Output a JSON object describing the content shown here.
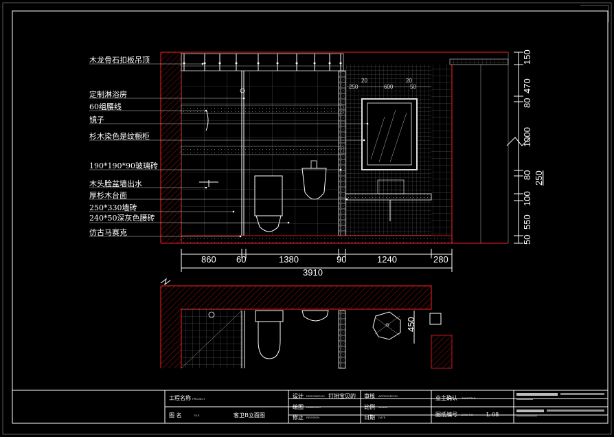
{
  "labels": [
    "木龙骨石扣板吊顶",
    "定制淋浴房",
    "60组腰线",
    "镜子",
    "杉木染色是纹橱柜",
    "190*190*90玻璃砖",
    "木头脸盆墙出水",
    "厚杉木台面",
    "250*330墙砖",
    "240*50深灰色腰砖",
    "仿古马赛克"
  ],
  "dims_bottom": [
    "860",
    "60",
    "1380",
    "90",
    "1240",
    "280"
  ],
  "dim_total": "3910",
  "dims_right": [
    "150",
    "470",
    "80",
    "1000",
    "80",
    "250",
    "100",
    "550",
    "50"
  ],
  "dims_mirror": [
    "250",
    "20",
    "600",
    "20",
    "50"
  ],
  "plan_dim": "450",
  "title_block": {
    "project_label": "工程名称",
    "project_en": "PROJECT",
    "drawing_label": "图    名",
    "drawing_en": "TILE",
    "drawing_name": "客卫B立面图",
    "design_label": "设计",
    "design_en": "DESIGNED BY",
    "designer": "打扮宝贝的",
    "drawn_label": "绘图",
    "drawn_en": "DRAWN BY",
    "revise_label": "修正",
    "revise_en": "REVISION",
    "check_label": "审核",
    "check_en": "APPROVED BY",
    "scale_label": "比例",
    "scale_en": "SCALE",
    "date_label": "日期",
    "date_en": "DATE",
    "owner_label": "业主确认",
    "owner_en": "TUESTTLE",
    "number_label": "图纸编号",
    "number_en": "DWG NO",
    "number_value": "L-08"
  }
}
